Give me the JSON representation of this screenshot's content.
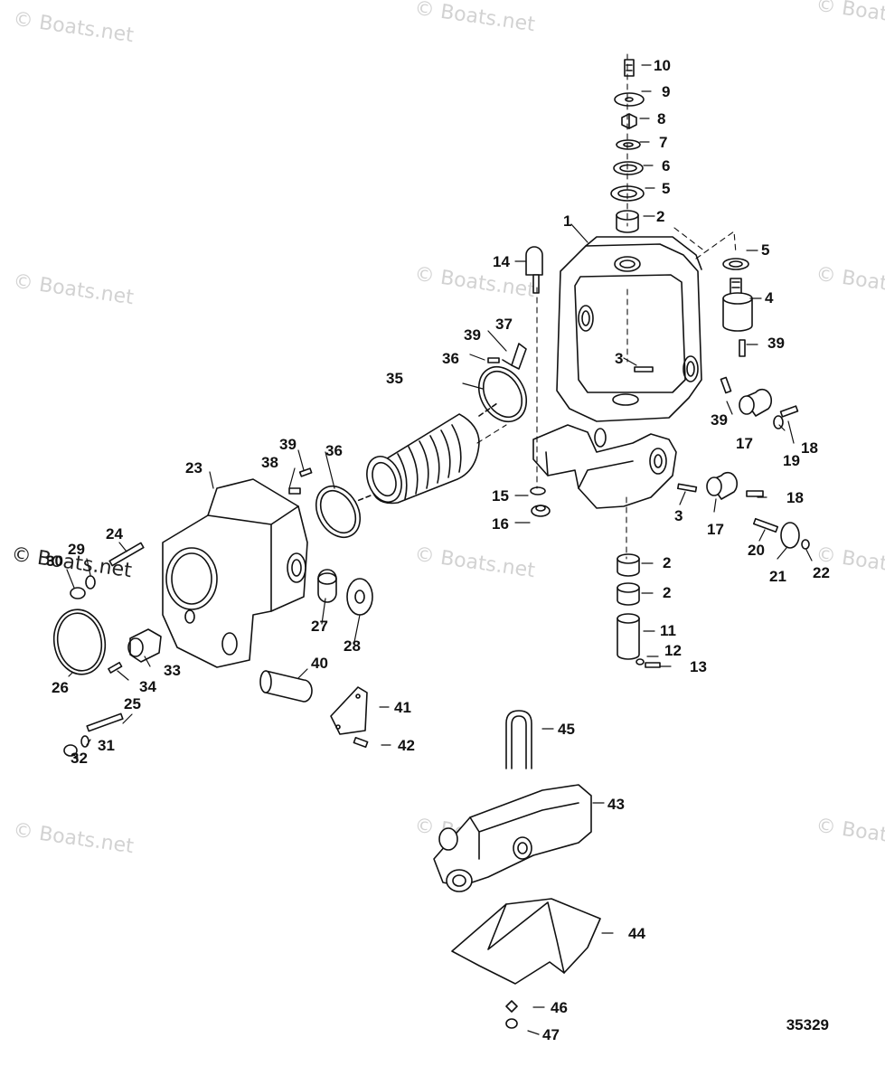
{
  "watermark": "© Boats.net",
  "figure_number": "35329",
  "callouts": [
    "1",
    "2",
    "2",
    "2",
    "3",
    "3",
    "4",
    "5",
    "5",
    "6",
    "7",
    "8",
    "9",
    "10",
    "11",
    "12",
    "13",
    "14",
    "15",
    "16",
    "17",
    "17",
    "18",
    "18",
    "19",
    "20",
    "21",
    "22",
    "23",
    "24",
    "25",
    "26",
    "27",
    "28",
    "29",
    "30",
    "31",
    "32",
    "33",
    "34",
    "35",
    "36",
    "36",
    "37",
    "38",
    "39",
    "39",
    "39",
    "39",
    "40",
    "41",
    "42",
    "43",
    "44",
    "45",
    "46",
    "47"
  ]
}
